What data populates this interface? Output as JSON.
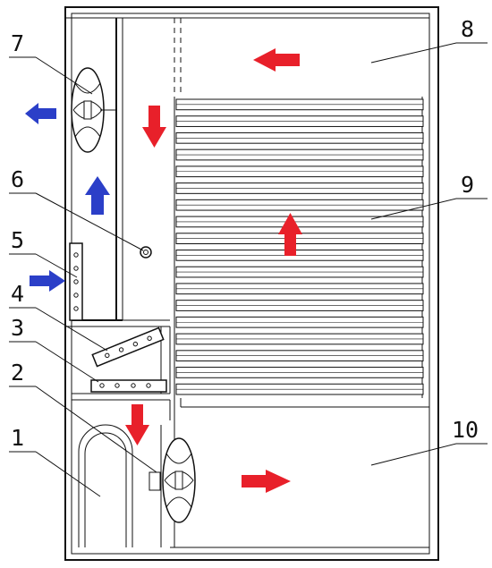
{
  "labels": [
    {
      "id": "1",
      "text": "1"
    },
    {
      "id": "2",
      "text": "2"
    },
    {
      "id": "3",
      "text": "3"
    },
    {
      "id": "4",
      "text": "4"
    },
    {
      "id": "5",
      "text": "5"
    },
    {
      "id": "6",
      "text": "6"
    },
    {
      "id": "7",
      "text": "7"
    },
    {
      "id": "8",
      "text": "8"
    },
    {
      "id": "9",
      "text": "9"
    },
    {
      "id": "10",
      "text": "10"
    }
  ],
  "colors": {
    "hot_air_arrow": "#e8202a",
    "cold_air_arrow": "#2b3fc8",
    "line": "#111111"
  },
  "tray_count": 18
}
